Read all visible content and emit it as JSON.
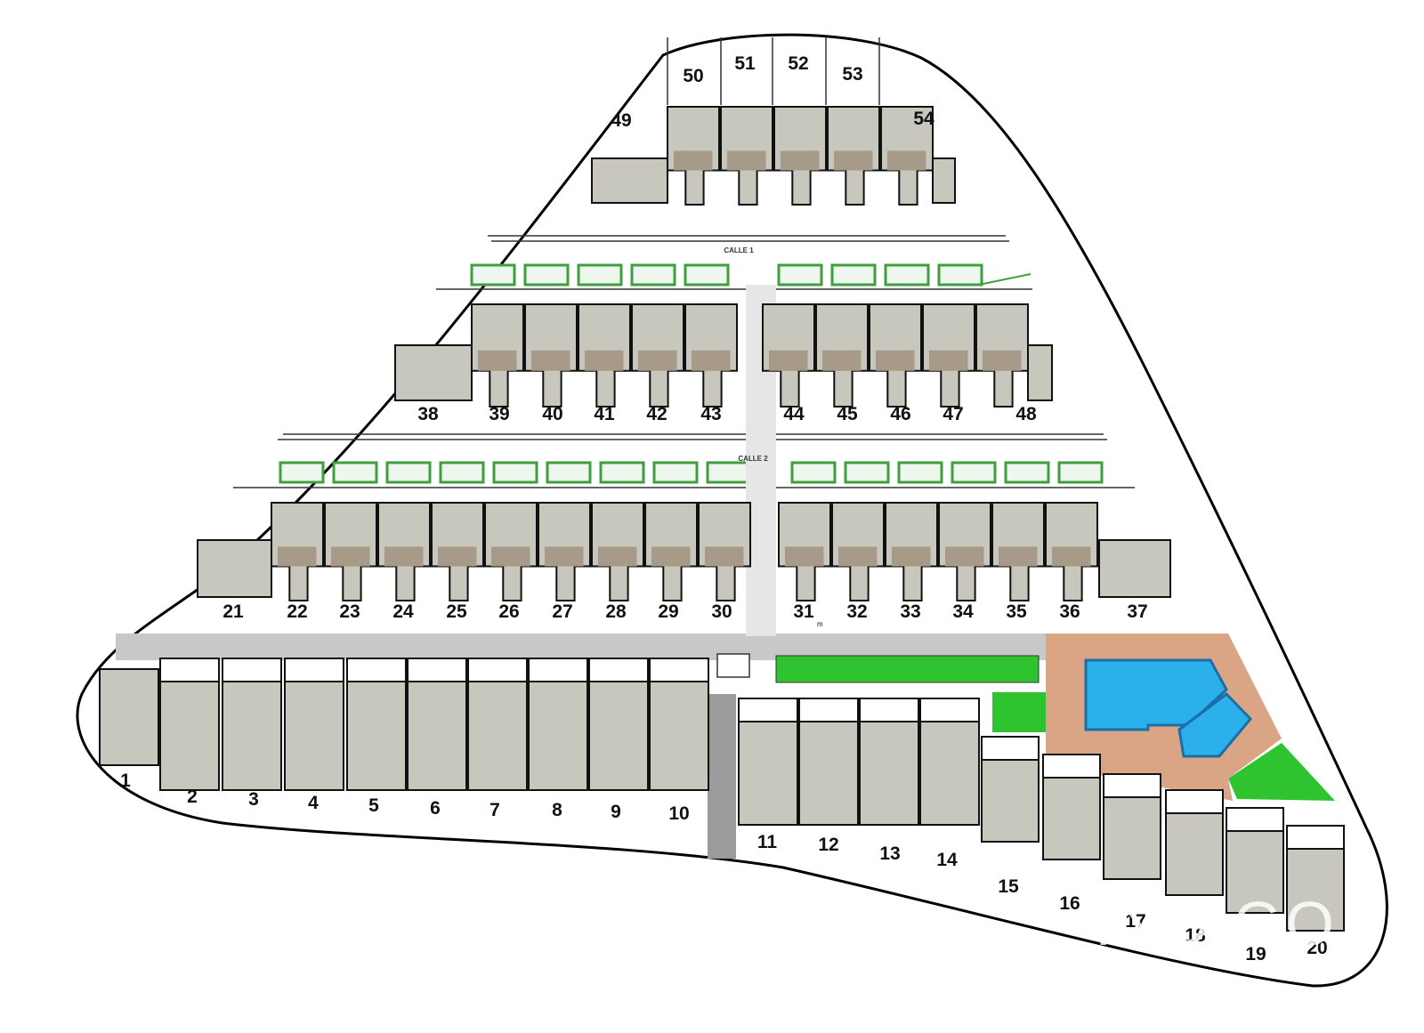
{
  "site_plan": {
    "streets": [
      "CALLE 1",
      "CALLE 2"
    ],
    "watermark": "INDIGO",
    "lot_31_suffix": "m",
    "colors": {
      "house": "#c7c7bd",
      "terrace": "#a89a88",
      "outline": "#111111",
      "parking": "#3f9f3f",
      "lawn": "#2fc42f",
      "pool": "#2bb0ec",
      "deck": "#d9a585",
      "path": "#c8c8c8",
      "driveway": "#9b9b9b"
    },
    "lots": {
      "row_top": [
        "49",
        "50",
        "51",
        "52",
        "53",
        "54"
      ],
      "row_upper": [
        "38",
        "39",
        "40",
        "41",
        "42",
        "43",
        "44",
        "45",
        "46",
        "47",
        "48"
      ],
      "row_middle": [
        "21",
        "22",
        "23",
        "24",
        "25",
        "26",
        "27",
        "28",
        "29",
        "30",
        "31",
        "32",
        "33",
        "34",
        "35",
        "36",
        "37"
      ],
      "row_bottom": [
        "1",
        "2",
        "3",
        "4",
        "5",
        "6",
        "7",
        "8",
        "9",
        "10",
        "11",
        "12",
        "13",
        "14",
        "15",
        "16",
        "17",
        "18",
        "19",
        "20"
      ]
    }
  }
}
